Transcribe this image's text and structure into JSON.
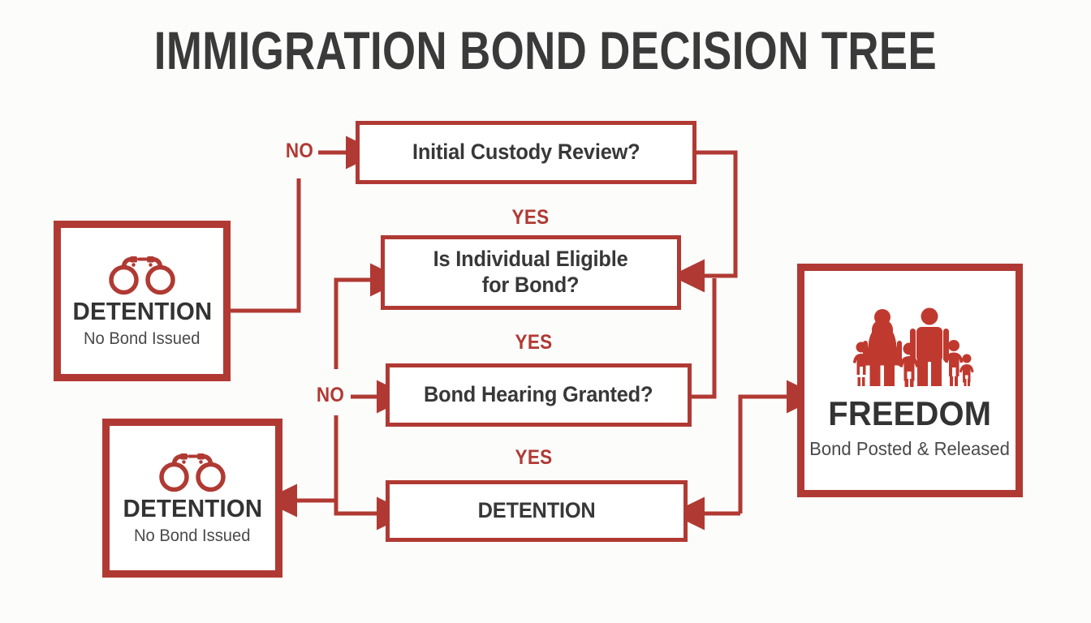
{
  "page": {
    "title": "IMMIGRATION BOND DECISION TREE",
    "accent_color": "#b03a33",
    "text_color": "#383838",
    "background_color": "#fcfcfb"
  },
  "nodes": {
    "detention_top": {
      "title": "DETENTION",
      "subtitle": "No Bond Issued",
      "icon": "handcuffs-icon"
    },
    "detention_bottom": {
      "title": "DETENTION",
      "subtitle": "No Bond Issued",
      "icon": "handcuffs-icon"
    },
    "freedom": {
      "title": "FREEDOM",
      "subtitle": "Bond Posted & Released",
      "icon": "family-icon"
    },
    "q_initial_custody": {
      "text": "Initial Custody Review?"
    },
    "q_eligible": {
      "line1": "Is Individual Eligible",
      "line2": "for Bond?"
    },
    "q_hearing": {
      "text": "Bond Hearing Granted?"
    },
    "outcome_detention": {
      "text": "DETENTION"
    }
  },
  "edge_labels": {
    "no_1": "NO",
    "no_2": "NO",
    "yes_1": "YES",
    "yes_2": "YES",
    "yes_3": "YES"
  }
}
